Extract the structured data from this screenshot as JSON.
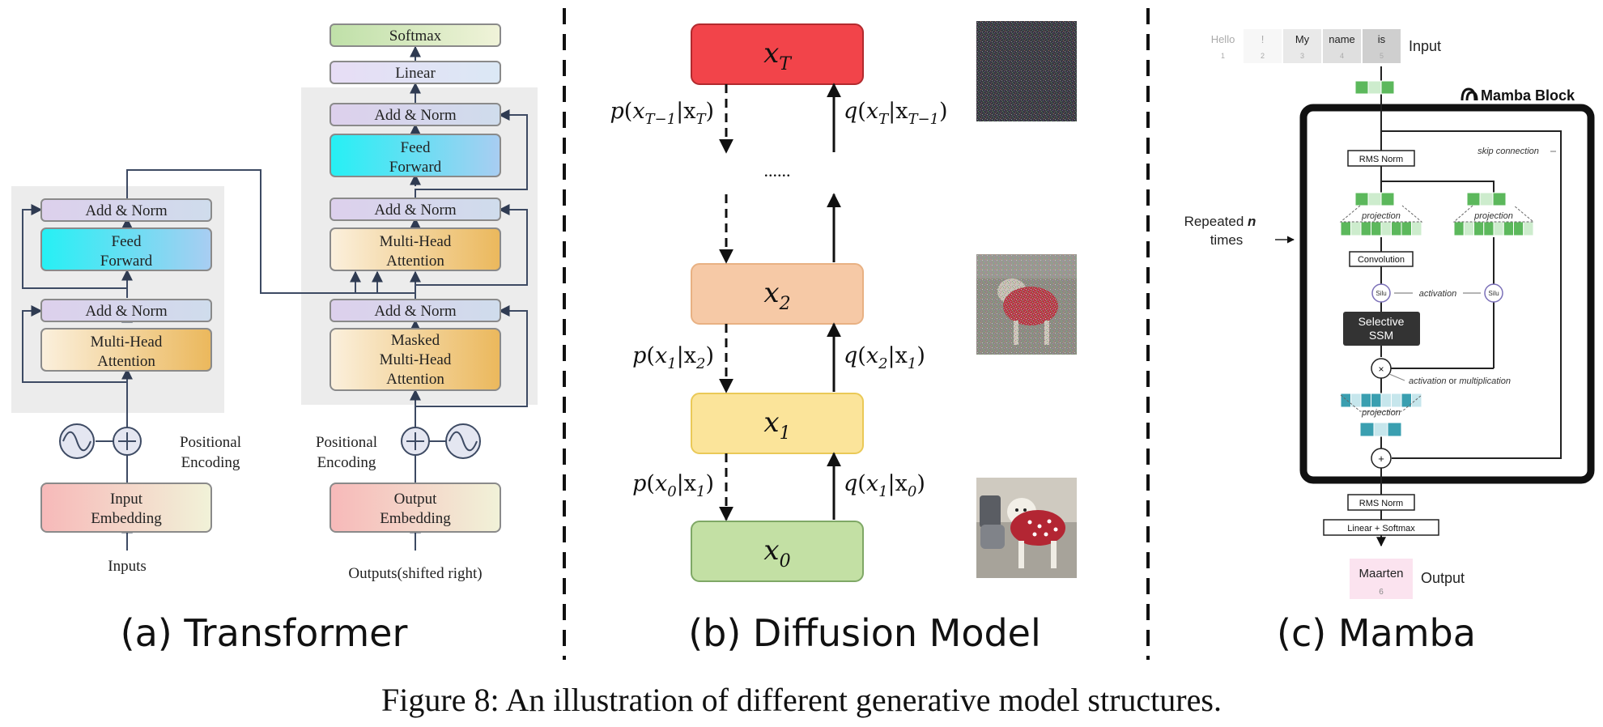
{
  "transformer": {
    "caption": "(a) Transformer",
    "encoder": {
      "add_norm_top": "Add & Norm",
      "feed_forward": [
        "Feed",
        "Forward"
      ],
      "add_norm_bottom": "Add & Norm",
      "attention": [
        "Multi-Head",
        "Attention"
      ],
      "positional_encoding": [
        "Positional",
        "Encoding"
      ],
      "embedding": [
        "Input",
        "Embedding"
      ],
      "input_label": "Inputs"
    },
    "decoder": {
      "softmax": "Softmax",
      "linear": "Linear",
      "add_norm_top": "Add & Norm",
      "feed_forward": [
        "Feed",
        "Forward"
      ],
      "add_norm_mid": "Add & Norm",
      "cross_attention": [
        "Multi-Head",
        "Attention"
      ],
      "add_norm_bottom": "Add & Norm",
      "masked_attention": [
        "Masked",
        "Multi-Head",
        "Attention"
      ],
      "positional_encoding": [
        "Positional",
        "Encoding"
      ],
      "embedding": [
        "Output",
        "Embedding"
      ],
      "output_label": "Outputs(shifted right)"
    }
  },
  "diffusion": {
    "caption": "(b) Diffusion Model",
    "ellipsis": "......",
    "nodes": [
      {
        "id": "xT",
        "base": "x",
        "sub": "T",
        "color": "#f2444a",
        "stroke": "#b22a2e"
      },
      {
        "id": "x2",
        "base": "x",
        "sub": "2",
        "color": "#f6c9a6",
        "stroke": "#e8b183"
      },
      {
        "id": "x1",
        "base": "x",
        "sub": "1",
        "color": "#fbe49a",
        "stroke": "#eac957"
      },
      {
        "id": "x0",
        "base": "x",
        "sub": "0",
        "color": "#c3e0a4",
        "stroke": "#7fa866"
      }
    ],
    "reverse_labels": [
      {
        "f": "p",
        "a": "x",
        "a_sub": "T−1",
        "b": "x",
        "b_sub": "T"
      },
      {
        "f": "p",
        "a": "x",
        "a_sub": "1",
        "b": "x",
        "b_sub": "2"
      },
      {
        "f": "p",
        "a": "x",
        "a_sub": "0",
        "b": "x",
        "b_sub": "1"
      }
    ],
    "forward_labels": [
      {
        "f": "q",
        "a": "x",
        "a_sub": "T",
        "b": "x",
        "b_sub": "T−1"
      },
      {
        "f": "q",
        "a": "x",
        "a_sub": "2",
        "b": "x",
        "b_sub": "1"
      },
      {
        "f": "q",
        "a": "x",
        "a_sub": "1",
        "b": "x",
        "b_sub": "0"
      }
    ],
    "noise_levels": [
      1.0,
      0.55,
      0.0
    ]
  },
  "mamba": {
    "caption": "(c) Mamba",
    "block_title": "Mamba Block",
    "input_tokens": [
      {
        "text": "Hello",
        "index": "1"
      },
      {
        "text": "!",
        "index": "2"
      },
      {
        "text": "My",
        "index": "3"
      },
      {
        "text": "name",
        "index": "4"
      },
      {
        "text": "is",
        "index": "5"
      }
    ],
    "input_label": "Input",
    "skip_connection": "skip connection",
    "repeated": [
      "Repeated",
      "n",
      "times"
    ],
    "rms_norm": "RMS Norm",
    "projection": "projection",
    "convolution": "Convolution",
    "silu": "Silu",
    "activation": "activation",
    "selective_ssm": [
      "Selective",
      "SSM"
    ],
    "multiply": "×",
    "activation_or_mult": [
      "activation",
      "or",
      "multiplication"
    ],
    "add": "+",
    "rms_norm_out": "RMS Norm",
    "linear_softmax": "Linear + Softmax",
    "output_token": {
      "text": "Maarten",
      "index": "6"
    },
    "output_label": "Output",
    "colors": {
      "green": "#5cb85c",
      "light_green": "#cdeccd",
      "teal": "#3a9fb0",
      "light_teal": "#c6e6ec"
    }
  },
  "figure_caption": "Figure 8: An illustration of different generative model structures."
}
